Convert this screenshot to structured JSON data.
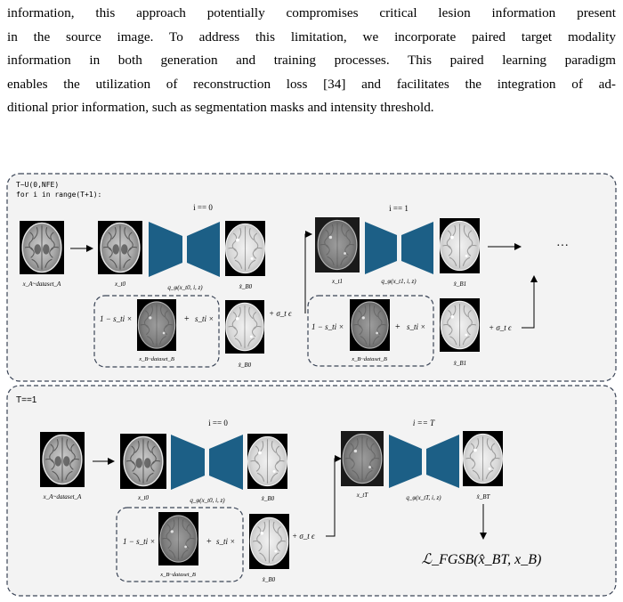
{
  "paragraph": {
    "lines": [
      "information, this approach potentially compromises critical lesion information present",
      "in the source image. To address this limitation, we incorporate paired target modality",
      "information in both generation and training processes. This paired learning paradigm",
      "enables the utilization of reconstruction loss [34] and facilitates the integration of ad-",
      "ditional prior information, such as segmentation masks and intensity threshold."
    ]
  },
  "figure": {
    "panel_top": {
      "header_line1": "T~U(0,NFE)",
      "header_line2": "for i in range(T+1):",
      "iter0_label": "i == 0",
      "iter1_label": "i == 1",
      "input_label": "x_A~dataset_A",
      "xt0_label": "x_t0",
      "q_label_0": "q_φ(x_t0, i, z)",
      "xb0_label": "x̂_B0",
      "xt1_label": "x_t1",
      "q_label_1": "q_φ(x_t1, i, z)",
      "xb1_label": "x̂_B1",
      "ellipsis": "···",
      "noise_label": "+ σ_t ϵ",
      "mix_one_minus": "1 − s_ti ×",
      "mix_plus": "+",
      "mix_s": "s_ti ×",
      "datasetB_label": "x_B~dataset_B"
    },
    "panel_bottom": {
      "header": "T==1",
      "iter0_label": "i == 0",
      "iterT_label": "i == T",
      "input_label": "x_A~dataset_A",
      "xt0_label": "x_t0",
      "q_label_0": "q_φ(x_t0, i, z)",
      "xb0_label": "x̂_B0",
      "xtT_label": "x_tT",
      "q_label_T": "q_φ(x_tT, i, z)",
      "xbT_label": "x̂_BT",
      "noise_label": "+ σ_t ϵ",
      "mix_one_minus": "1 − s_ti ×",
      "mix_plus": "+",
      "mix_s": "s_ti ×",
      "datasetB_label": "x_B~dataset_B",
      "loss": "ℒ_FGSB(x̂_BT, x_B)"
    }
  },
  "colors": {
    "network": "#1c5f86",
    "panel_bg": "#f3f3f3",
    "panel_border": "#3a4456"
  }
}
